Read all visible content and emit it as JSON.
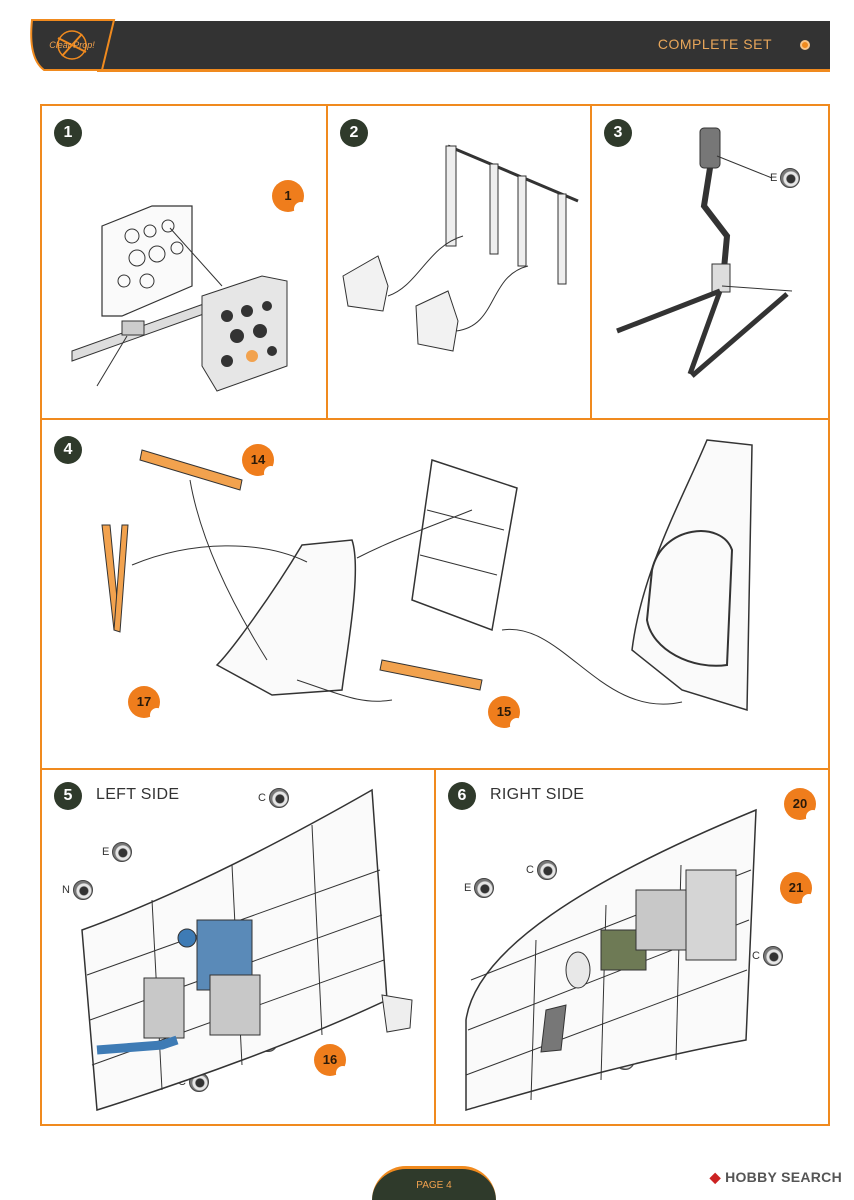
{
  "header": {
    "title": "COMPLETE SET",
    "logo_text": "Clear Prop!"
  },
  "steps": [
    {
      "number": "1",
      "title": "",
      "decals": [
        "1"
      ],
      "callouts": []
    },
    {
      "number": "2",
      "title": "",
      "decals": [],
      "callouts": []
    },
    {
      "number": "3",
      "title": "",
      "decals": [],
      "callouts": [
        "E"
      ]
    },
    {
      "number": "4",
      "title": "",
      "decals": [
        "14",
        "17",
        "15"
      ],
      "callouts": []
    },
    {
      "number": "5",
      "title": "LEFT SIDE",
      "decals": [
        "16"
      ],
      "callouts": [
        "C",
        "E",
        "N",
        "C",
        "C"
      ]
    },
    {
      "number": "6",
      "title": "RIGHT SIDE",
      "decals": [
        "20",
        "21"
      ],
      "callouts": [
        "C",
        "E",
        "C",
        "J"
      ]
    }
  ],
  "footer": {
    "page_label": "PAGE 4"
  },
  "watermark": {
    "brand": "HOBBY SEARCH"
  },
  "colors": {
    "accent": "#f08a1e",
    "header_bg": "#333333",
    "step_badge": "#2f3a2b"
  }
}
